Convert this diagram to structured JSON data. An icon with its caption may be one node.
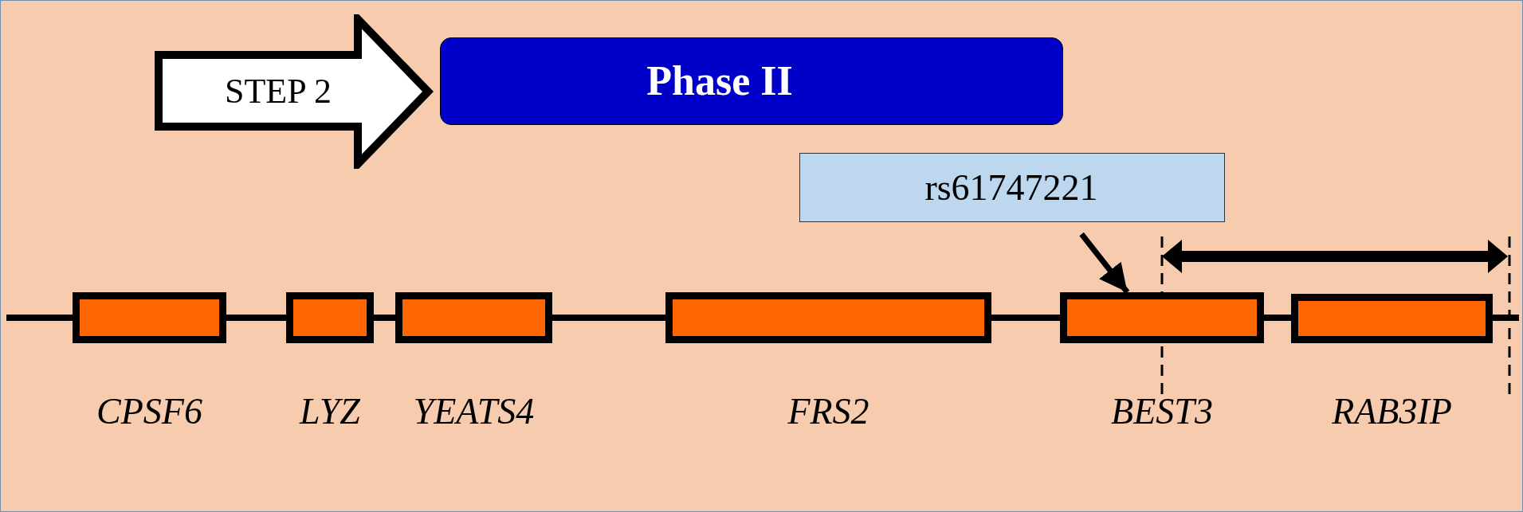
{
  "diagram": {
    "nodes": [
      {
        "text": [
          "STEP 2"
        ]
      },
      {
        "text": [
          "Phase II"
        ]
      },
      {
        "text": [
          "rs61747221"
        ]
      },
      {
        "text": [
          "CPSF6"
        ]
      },
      {
        "text": [
          "LYZ"
        ]
      },
      {
        "text": [
          "YEATS4"
        ]
      },
      {
        "text": [
          "FRS2"
        ]
      },
      {
        "text": [
          "BEST3"
        ]
      },
      {
        "text": [
          "RAB3IP"
        ]
      }
    ],
    "edges": [
      {
        "from": 2,
        "to": 7,
        "arrow": "to"
      }
    ]
  }
}
